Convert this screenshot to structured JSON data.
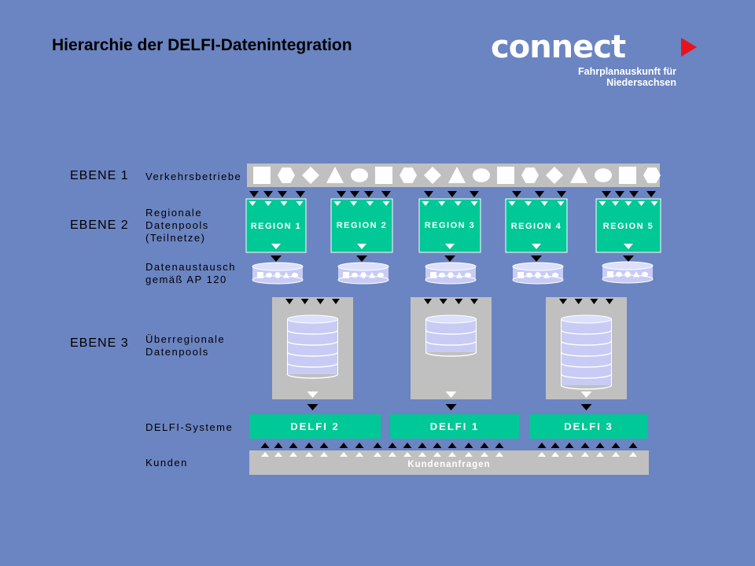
{
  "title": "Hierarchie der DELFI-Datenintegration",
  "logo": {
    "word": "connect",
    "line1": "Fahrplanauskunft für",
    "line2": "Niedersachsen",
    "arrow_color": "#e8141b"
  },
  "levels": [
    "EBENE 1",
    "EBENE 2",
    "EBENE 3"
  ],
  "rows": {
    "verkehrsbetriebe": "Verkehrsbetriebe",
    "regional": [
      "Regionale",
      "Datenpools",
      "(Teilnetze)"
    ],
    "austausch": [
      "Datenaustausch",
      "gemäß AP 120"
    ],
    "ueberregional": [
      "Überregionale",
      "Datenpools"
    ],
    "delfi_systeme": "DELFI-Systeme",
    "kunden": "Kunden"
  },
  "regions": [
    "REGION 1",
    "REGION 2",
    "REGION 3",
    "REGION 4",
    "REGION 5"
  ],
  "delfi": [
    "DELFI 2",
    "DELFI 1",
    "DELFI 3"
  ],
  "kunden_bar": "Kundenanfragen",
  "colors": {
    "background": "#6b84c2",
    "region": "#00c896",
    "delfi": "#00c896",
    "panel": "#c0c0c0",
    "database": "#c8ccf4"
  },
  "icons": [
    "square-shape",
    "hexagon-shape",
    "diamond-shape",
    "triangle-shape",
    "circle-shape",
    "down-arrow-marker",
    "up-arrow-marker",
    "database-cylinder"
  ]
}
